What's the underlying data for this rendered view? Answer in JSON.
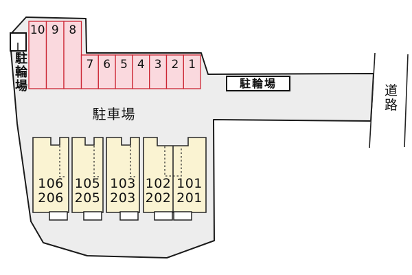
{
  "site": {
    "parking_lot_label": "駐車場",
    "bicycle_parking_left_label": "駐輪場",
    "bicycle_parking_right_label": "駐輪場",
    "road_label": "道路",
    "colors": {
      "site_fill": "#EDEDED",
      "outline": "#1A1A1A",
      "space_fill": "#FAD9DE",
      "space_border": "#CC2634",
      "building_fill": "#FAF3D2",
      "building_border": "#2A2A2A"
    }
  },
  "parking_spaces": {
    "tall": [
      "10",
      "9",
      "8"
    ],
    "short": [
      "7",
      "6",
      "5",
      "4",
      "3",
      "2",
      "1"
    ]
  },
  "units": [
    {
      "floor1": "106",
      "floor2": "206"
    },
    {
      "floor1": "105",
      "floor2": "205"
    },
    {
      "floor1": "103",
      "floor2": "203"
    },
    {
      "floor1": "102",
      "floor2": "202"
    },
    {
      "floor1": "101",
      "floor2": "201"
    }
  ]
}
